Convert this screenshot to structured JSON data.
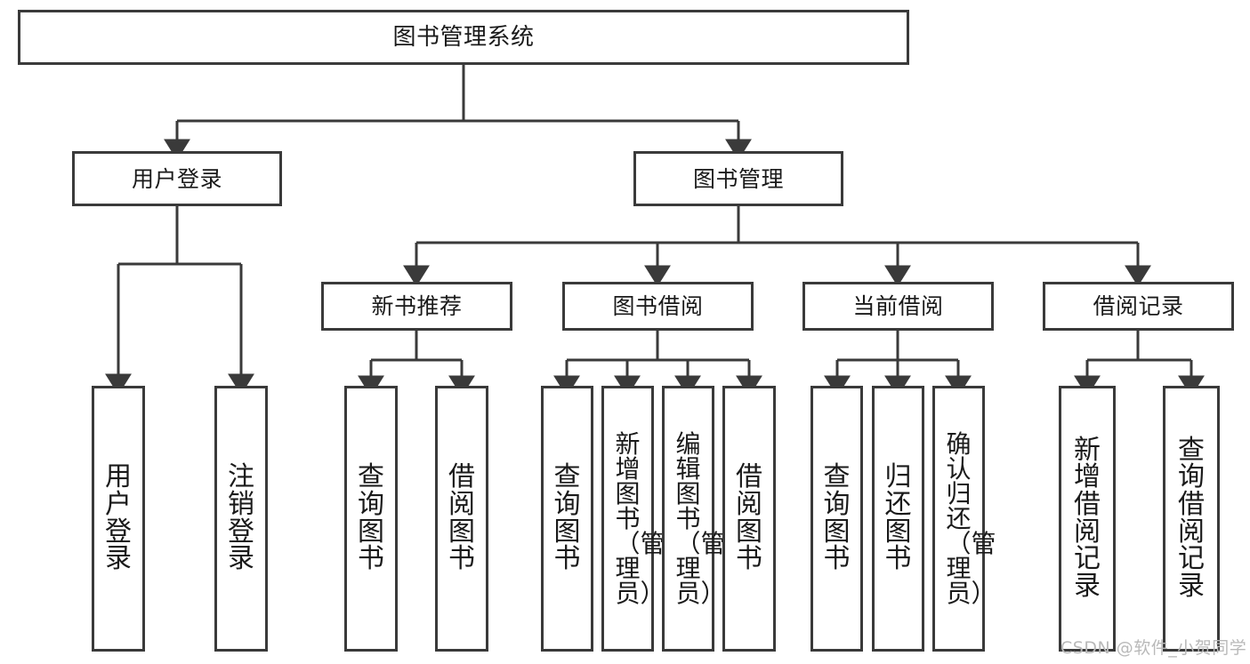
{
  "diagram": {
    "title": "图书管理系统",
    "type": "tree-hierarchy",
    "watermark": "CSDN @软件_小贺同学",
    "colors": {
      "background": "#ffffff",
      "box_border": "#3a3a3a",
      "box_fill": "#ffffff",
      "text": "#1a1a1a",
      "edge": "#3a3a3a",
      "watermark": "#b9b9b9"
    },
    "nodes": {
      "root": {
        "label": "图书管理系统"
      },
      "level2": [
        {
          "id": "user-login",
          "label": "用户登录"
        },
        {
          "id": "book-manage",
          "label": "图书管理"
        }
      ],
      "level3": [
        {
          "id": "new-book-recommend",
          "label": "新书推荐"
        },
        {
          "id": "book-borrow",
          "label": "图书借阅"
        },
        {
          "id": "current-borrow",
          "label": "当前借阅"
        },
        {
          "id": "borrow-record",
          "label": "借阅记录"
        }
      ],
      "leaves": {
        "user_login": [
          {
            "id": "leaf-user-login",
            "label": "用户登录"
          },
          {
            "id": "leaf-logout",
            "label": "注销登录"
          }
        ],
        "new_book_recommend": [
          {
            "id": "leaf-query-book-1",
            "label": "查询图书"
          },
          {
            "id": "leaf-borrow-book-1",
            "label": "借阅图书"
          }
        ],
        "book_borrow": [
          {
            "id": "leaf-query-book-2",
            "label": "查询图书"
          },
          {
            "id": "leaf-add-book",
            "label": "新增图书（管理员）"
          },
          {
            "id": "leaf-edit-book",
            "label": "编辑图书（管理员）"
          },
          {
            "id": "leaf-borrow-book-2",
            "label": "借阅图书"
          }
        ],
        "current_borrow": [
          {
            "id": "leaf-query-book-3",
            "label": "查询图书"
          },
          {
            "id": "leaf-return-book",
            "label": "归还图书"
          },
          {
            "id": "leaf-confirm-return",
            "label": "确认归还（管理员）"
          }
        ],
        "borrow_record": [
          {
            "id": "leaf-add-record",
            "label": "新增借阅记录"
          },
          {
            "id": "leaf-query-record",
            "label": "查询借阅记录"
          }
        ]
      }
    }
  }
}
